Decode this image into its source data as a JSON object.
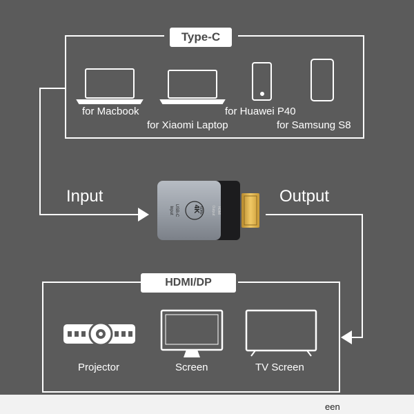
{
  "type_c": {
    "title": "Type-C",
    "devices": [
      {
        "label": "for Macbook",
        "icon": "laptop-icon"
      },
      {
        "label": "for Xiaomi Laptop",
        "icon": "laptop-icon"
      },
      {
        "label": "for Huawei P40",
        "icon": "phone-icon"
      },
      {
        "label": "for Samsung S8",
        "icon": "phone-icon"
      }
    ]
  },
  "adapter": {
    "input_side_text": [
      "USB-C",
      "Input"
    ],
    "badge_top": "4K",
    "badge_bottom": "60Hz",
    "output_side_text": [
      "HDMI",
      "Output"
    ]
  },
  "flow": {
    "input_label": "Input",
    "output_label": "Output"
  },
  "hdmi_dp": {
    "title": "HDMI/DP",
    "devices": [
      {
        "label": "Projector",
        "icon": "projector-icon"
      },
      {
        "label": "Screen",
        "icon": "monitor-icon"
      },
      {
        "label": "TV Screen",
        "icon": "tv-icon"
      }
    ]
  },
  "footer": {
    "partial_text": "een"
  },
  "colors": {
    "background": "#5b5b5b",
    "line": "#ffffff",
    "adapter_shell": "#9aa0a8",
    "adapter_plug": "#e0b24a",
    "footer_strip": "#f2f2f2"
  }
}
